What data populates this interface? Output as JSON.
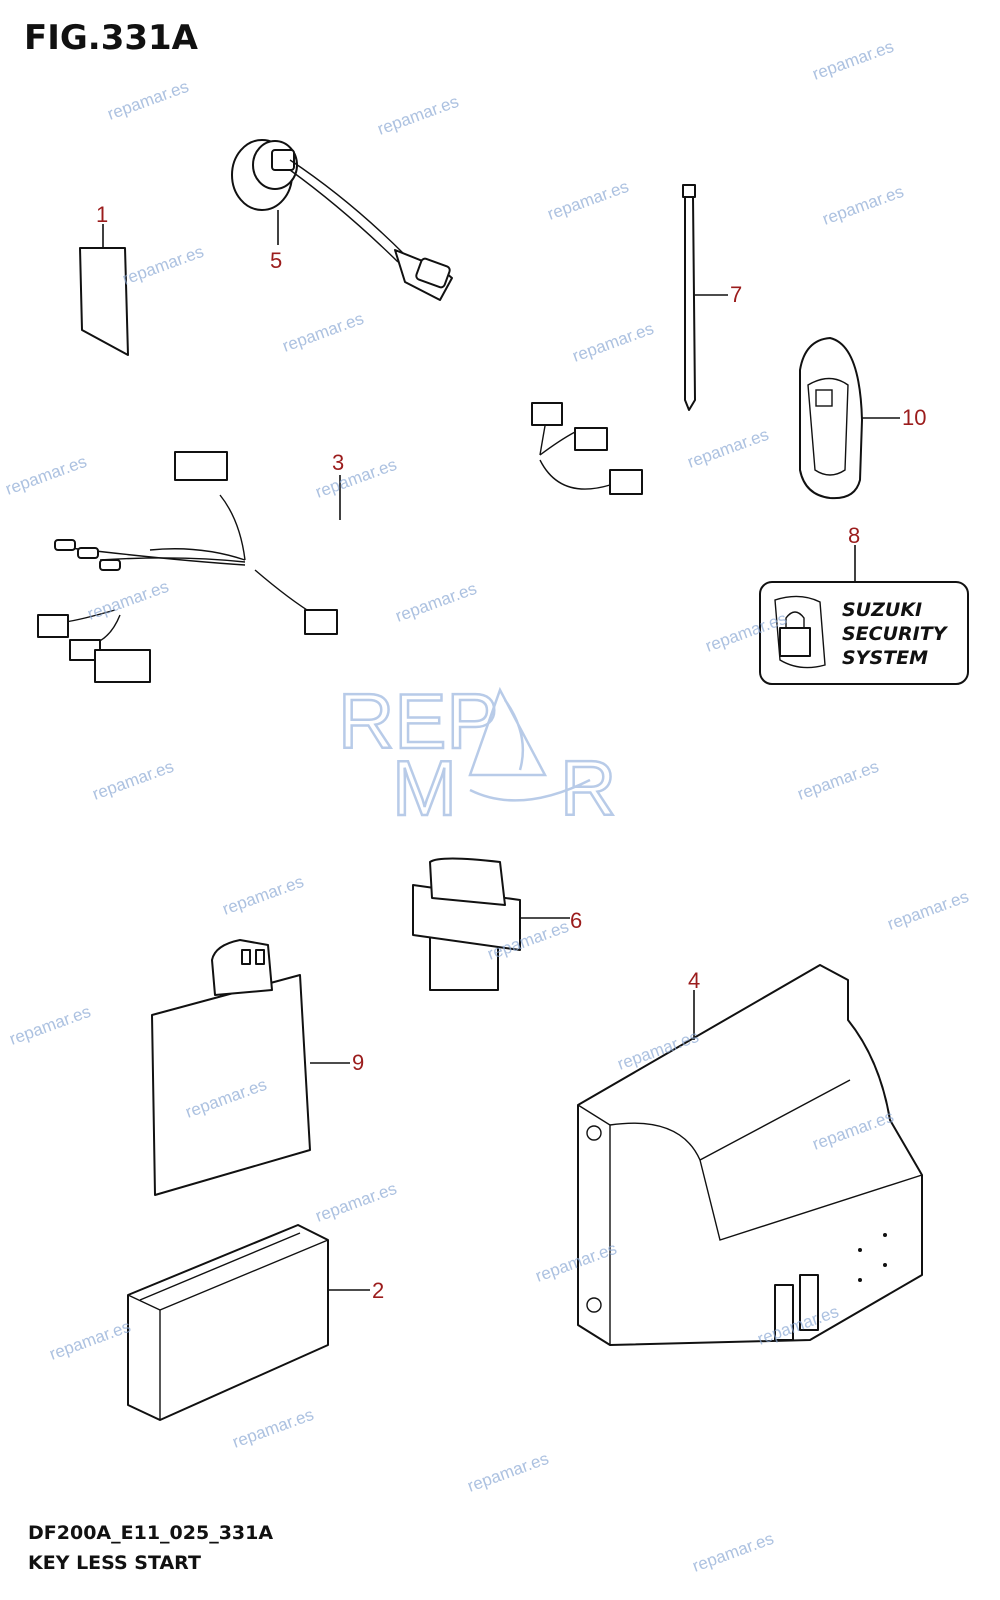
{
  "figure": {
    "title": "FIG.331A",
    "code": "DF200A_E11_025_331A",
    "caption": "KEY LESS START"
  },
  "parts": [
    {
      "number": "1",
      "icon": "label-card-icon"
    },
    {
      "number": "2",
      "icon": "holder-case-icon"
    },
    {
      "number": "3",
      "icon": "wire-harness-icon"
    },
    {
      "number": "4",
      "icon": "bracket-cover-icon"
    },
    {
      "number": "5",
      "icon": "buzzer-with-lead-icon"
    },
    {
      "number": "6",
      "icon": "push-switch-icon"
    },
    {
      "number": "7",
      "icon": "cable-tie-icon"
    },
    {
      "number": "8",
      "icon": "security-sticker-icon"
    },
    {
      "number": "9",
      "icon": "control-unit-icon"
    },
    {
      "number": "10",
      "icon": "key-fob-icon"
    }
  ],
  "sticker": {
    "line1": "SUZUKI",
    "line2": "SECURITY",
    "line3": "SYSTEM"
  },
  "watermark": {
    "text": "repamar.es",
    "logo_top": "REP",
    "logo_bottom_left": "M",
    "logo_bottom_right": "R",
    "color": "#8aa8d4"
  },
  "colors": {
    "callout": "#9b1c1c",
    "line": "#111111"
  }
}
